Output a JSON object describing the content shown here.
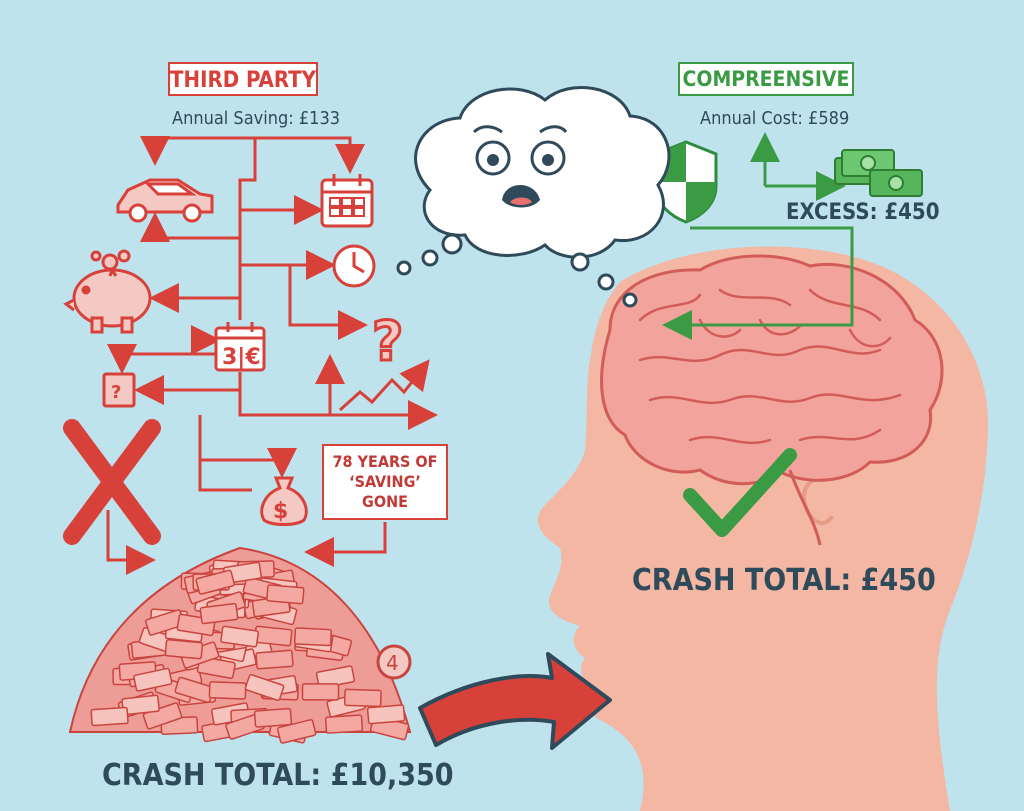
{
  "third_party": {
    "title": "THIRD PARTY",
    "annual": "Annual Saving: £133",
    "years_box": [
      "78 YEARS OF",
      "‘SAVING’",
      "GONE"
    ],
    "total": "CRASH TOTAL: £10,350",
    "calendar_text": "3|€",
    "coin_text": "4"
  },
  "comprehensive": {
    "title": "COMPREENSIVE",
    "annual": "Annual Cost: £589",
    "excess": "EXCESS: £450",
    "total": "CRASH TOTAL: £450"
  },
  "icons": [
    "car-icon",
    "calendar-icon",
    "piggy-bank-icon",
    "clock-icon",
    "question-mark-icon",
    "document-icon",
    "line-graph-icon",
    "money-bag-icon",
    "red-x-icon",
    "cash-pile-icon",
    "worried-face-icon",
    "thought-bubble-icon",
    "shield-icon",
    "banknotes-icon",
    "brain-icon",
    "head-silhouette-icon",
    "green-checkmark-icon",
    "arrow-icon"
  ],
  "colors": {
    "background": "#bfe3ec",
    "red": "#d8403a",
    "green": "#3b9b44",
    "text": "#2f4a5a",
    "skin": "#f3b7a3",
    "brain": "#f2a39c"
  }
}
